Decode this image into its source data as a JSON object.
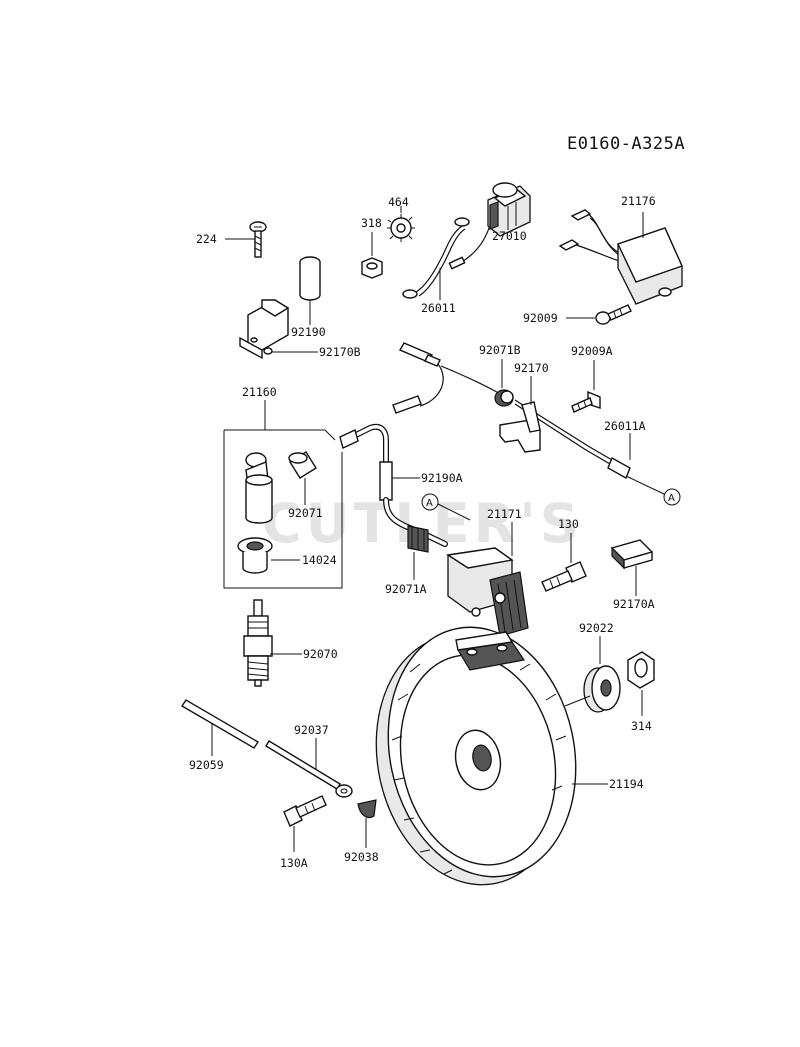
{
  "diagram_code": "E0160-A325A",
  "watermark": "CUTLER'S",
  "callout_marker": "A",
  "labels": {
    "p224": "224",
    "p318": "318",
    "p464": "464",
    "p27010": "27010",
    "p21176": "21176",
    "p92190": "92190",
    "p26011": "26011",
    "p92009": "92009",
    "p92170B": "92170B",
    "p92071B": "92071B",
    "p92009A": "92009A",
    "p92170": "92170",
    "p21160": "21160",
    "p26011A": "26011A",
    "p92190A": "92190A",
    "p92071": "92071",
    "p21171": "21171",
    "p130": "130",
    "p14024": "14024",
    "p92071A": "92071A",
    "p92170A": "92170A",
    "p92022": "92022",
    "p92070": "92070",
    "p314": "314",
    "p92037": "92037",
    "p92059": "92059",
    "p21194": "21194",
    "p130A": "130A",
    "p92038": "92038"
  }
}
